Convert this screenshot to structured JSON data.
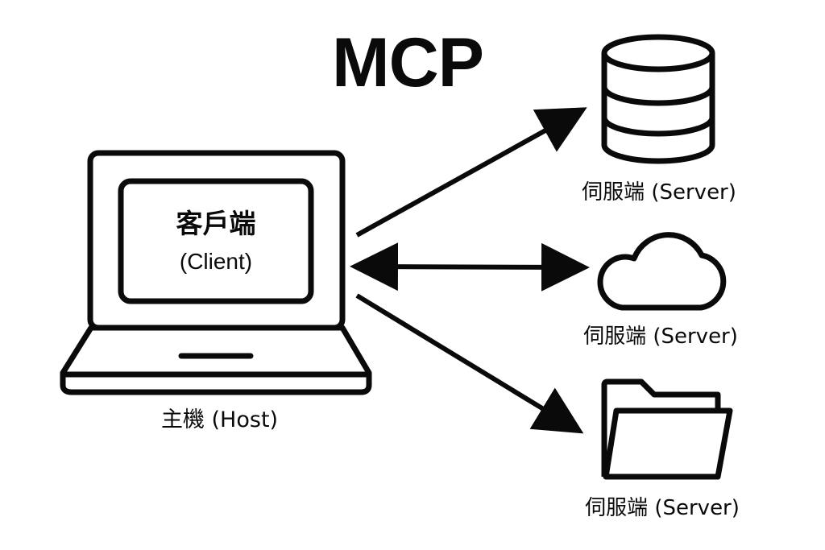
{
  "title": "MCP",
  "host": {
    "client_label_zh": "客戶端",
    "client_label_en": "(Client)",
    "host_label": "主機 (Host)",
    "icon": "laptop-icon"
  },
  "connections": [
    {
      "from": "host",
      "to": "server-database",
      "direction": "one-way"
    },
    {
      "from": "host",
      "to": "server-cloud",
      "direction": "two-way"
    },
    {
      "from": "host",
      "to": "server-folder",
      "direction": "one-way"
    }
  ],
  "servers": [
    {
      "icon": "database-icon",
      "label": "伺服端 (Server)"
    },
    {
      "icon": "cloud-icon",
      "label": "伺服端 (Server)"
    },
    {
      "icon": "folder-icon",
      "label": "伺服端 (Server)"
    }
  ],
  "colors": {
    "stroke": "#0a0a0a",
    "background": "#ffffff"
  }
}
